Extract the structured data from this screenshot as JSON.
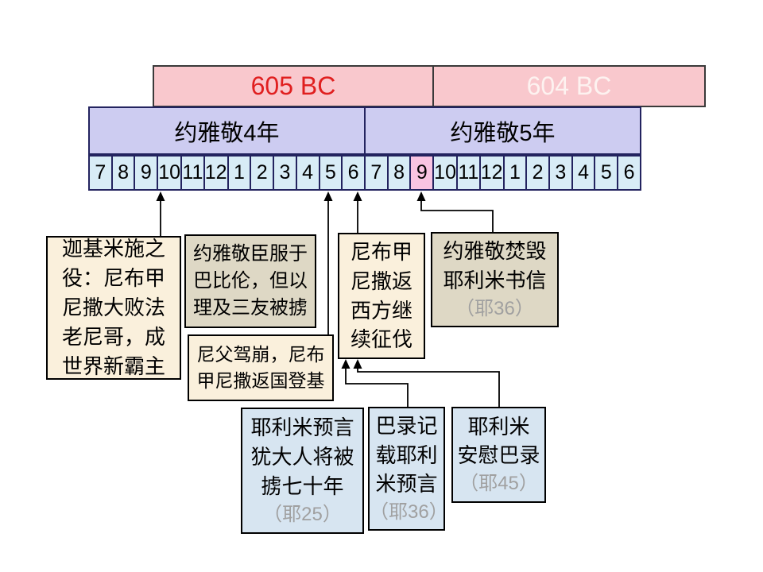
{
  "timeline": {
    "year_bar": {
      "segments": [
        {
          "label": "605 BC",
          "text_color": "#e01f1f"
        },
        {
          "label": "604 BC",
          "text_color": "#fdf2f0"
        }
      ],
      "fill": "#f9c8cd"
    },
    "regnal_bar": {
      "segments": [
        {
          "label": "约雅敬4年"
        },
        {
          "label": "约雅敬5年"
        }
      ],
      "fill": "#cdccf1"
    },
    "month_row": {
      "months": [
        "7",
        "8",
        "9",
        "10",
        "11",
        "12",
        "1",
        "2",
        "3",
        "4",
        "5",
        "6",
        "7",
        "8",
        "9",
        "10",
        "11",
        "12",
        "1",
        "2",
        "3",
        "4",
        "5",
        "6"
      ],
      "highlighted_index": 14,
      "highlighted_month": "9",
      "cell_fill": "#d8ecf6",
      "highlight_fill": "#f9c4e2"
    }
  },
  "events": {
    "carchemish": {
      "text": "迦基米施之\n役：尼布甲\n尼撒大败法\n老尼哥，成\n世界新霸主"
    },
    "submission": {
      "text": "约雅敬臣服于\n巴比伦，但以\n理及三友被掳"
    },
    "accession": {
      "text": "尼父驾崩，尼布\n甲尼撒返国登基"
    },
    "campaign": {
      "text": "尼布甲\n尼撒返\n西方继\n续征伐"
    },
    "burn_scroll": {
      "text": "约雅敬焚毁\n耶利米书信",
      "citation": "（耶36）"
    },
    "seventy_years": {
      "text": "耶利米预言\n犹大人将被\n掳七十年",
      "citation": "（耶25）"
    },
    "baruch_writes": {
      "text": "巴录记\n载耶利\n米预言",
      "citation": "（耶36）"
    },
    "comfort_baruch": {
      "text": "耶利米\n安慰巴录",
      "citation": "（耶45）"
    }
  },
  "colors": {
    "cream_box_fill": "#faf0dc",
    "tan_box_fill": "#ded8c5",
    "blue_box_fill": "#d7e5f1",
    "citation_text": "#a0a0a0",
    "connector_stroke": "#000000"
  }
}
